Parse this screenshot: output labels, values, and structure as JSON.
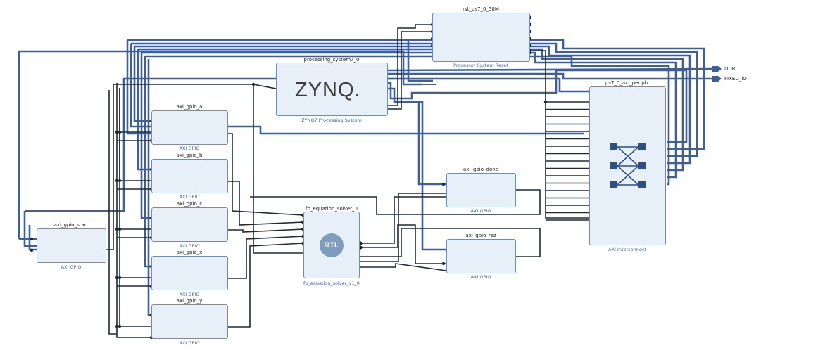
{
  "blocks": {
    "rst": {
      "title": "rst_ps7_0_50M",
      "subtitle": "Processor System Reset"
    },
    "ps": {
      "title": "processing_system7_0",
      "logo": "ZYNQ.",
      "subtitle": "ZYNQ7 Processing System"
    },
    "interconnect": {
      "title": "ps7_0_axi_periph",
      "subtitle": "AXI Interconnect"
    },
    "gpio_a": {
      "title": "axi_gpio_a",
      "subtitle": "AXI GPIO"
    },
    "gpio_b": {
      "title": "axi_gpio_b",
      "subtitle": "AXI GPIO"
    },
    "gpio_c": {
      "title": "axi_gpio_c",
      "subtitle": "AXI GPIO"
    },
    "gpio_x": {
      "title": "axi_gpio_x",
      "subtitle": "AXI GPIO"
    },
    "gpio_y": {
      "title": "axi_gpio_y",
      "subtitle": "AXI GPIO"
    },
    "gpio_start": {
      "title": "axi_gpio_start",
      "subtitle": "AXI GPIO"
    },
    "solver": {
      "title": "fp_equation_solver_0",
      "logo": "RTL",
      "subtitle": "fp_equation_solver_v1_0"
    },
    "gpio_done": {
      "title": "axi_gpio_done",
      "subtitle": "AXI GPIO"
    },
    "gpio_rez": {
      "title": "axi_gpio_rez",
      "subtitle": "AXI GPIO"
    }
  },
  "external_ports": {
    "ddr": "DDR",
    "fixed_io": "FIXED_IO"
  },
  "colors": {
    "bus": "#3d5f9a",
    "net": "#1f2a36",
    "block_fill": "#e7eff8",
    "block_border": "#6f8db3"
  }
}
